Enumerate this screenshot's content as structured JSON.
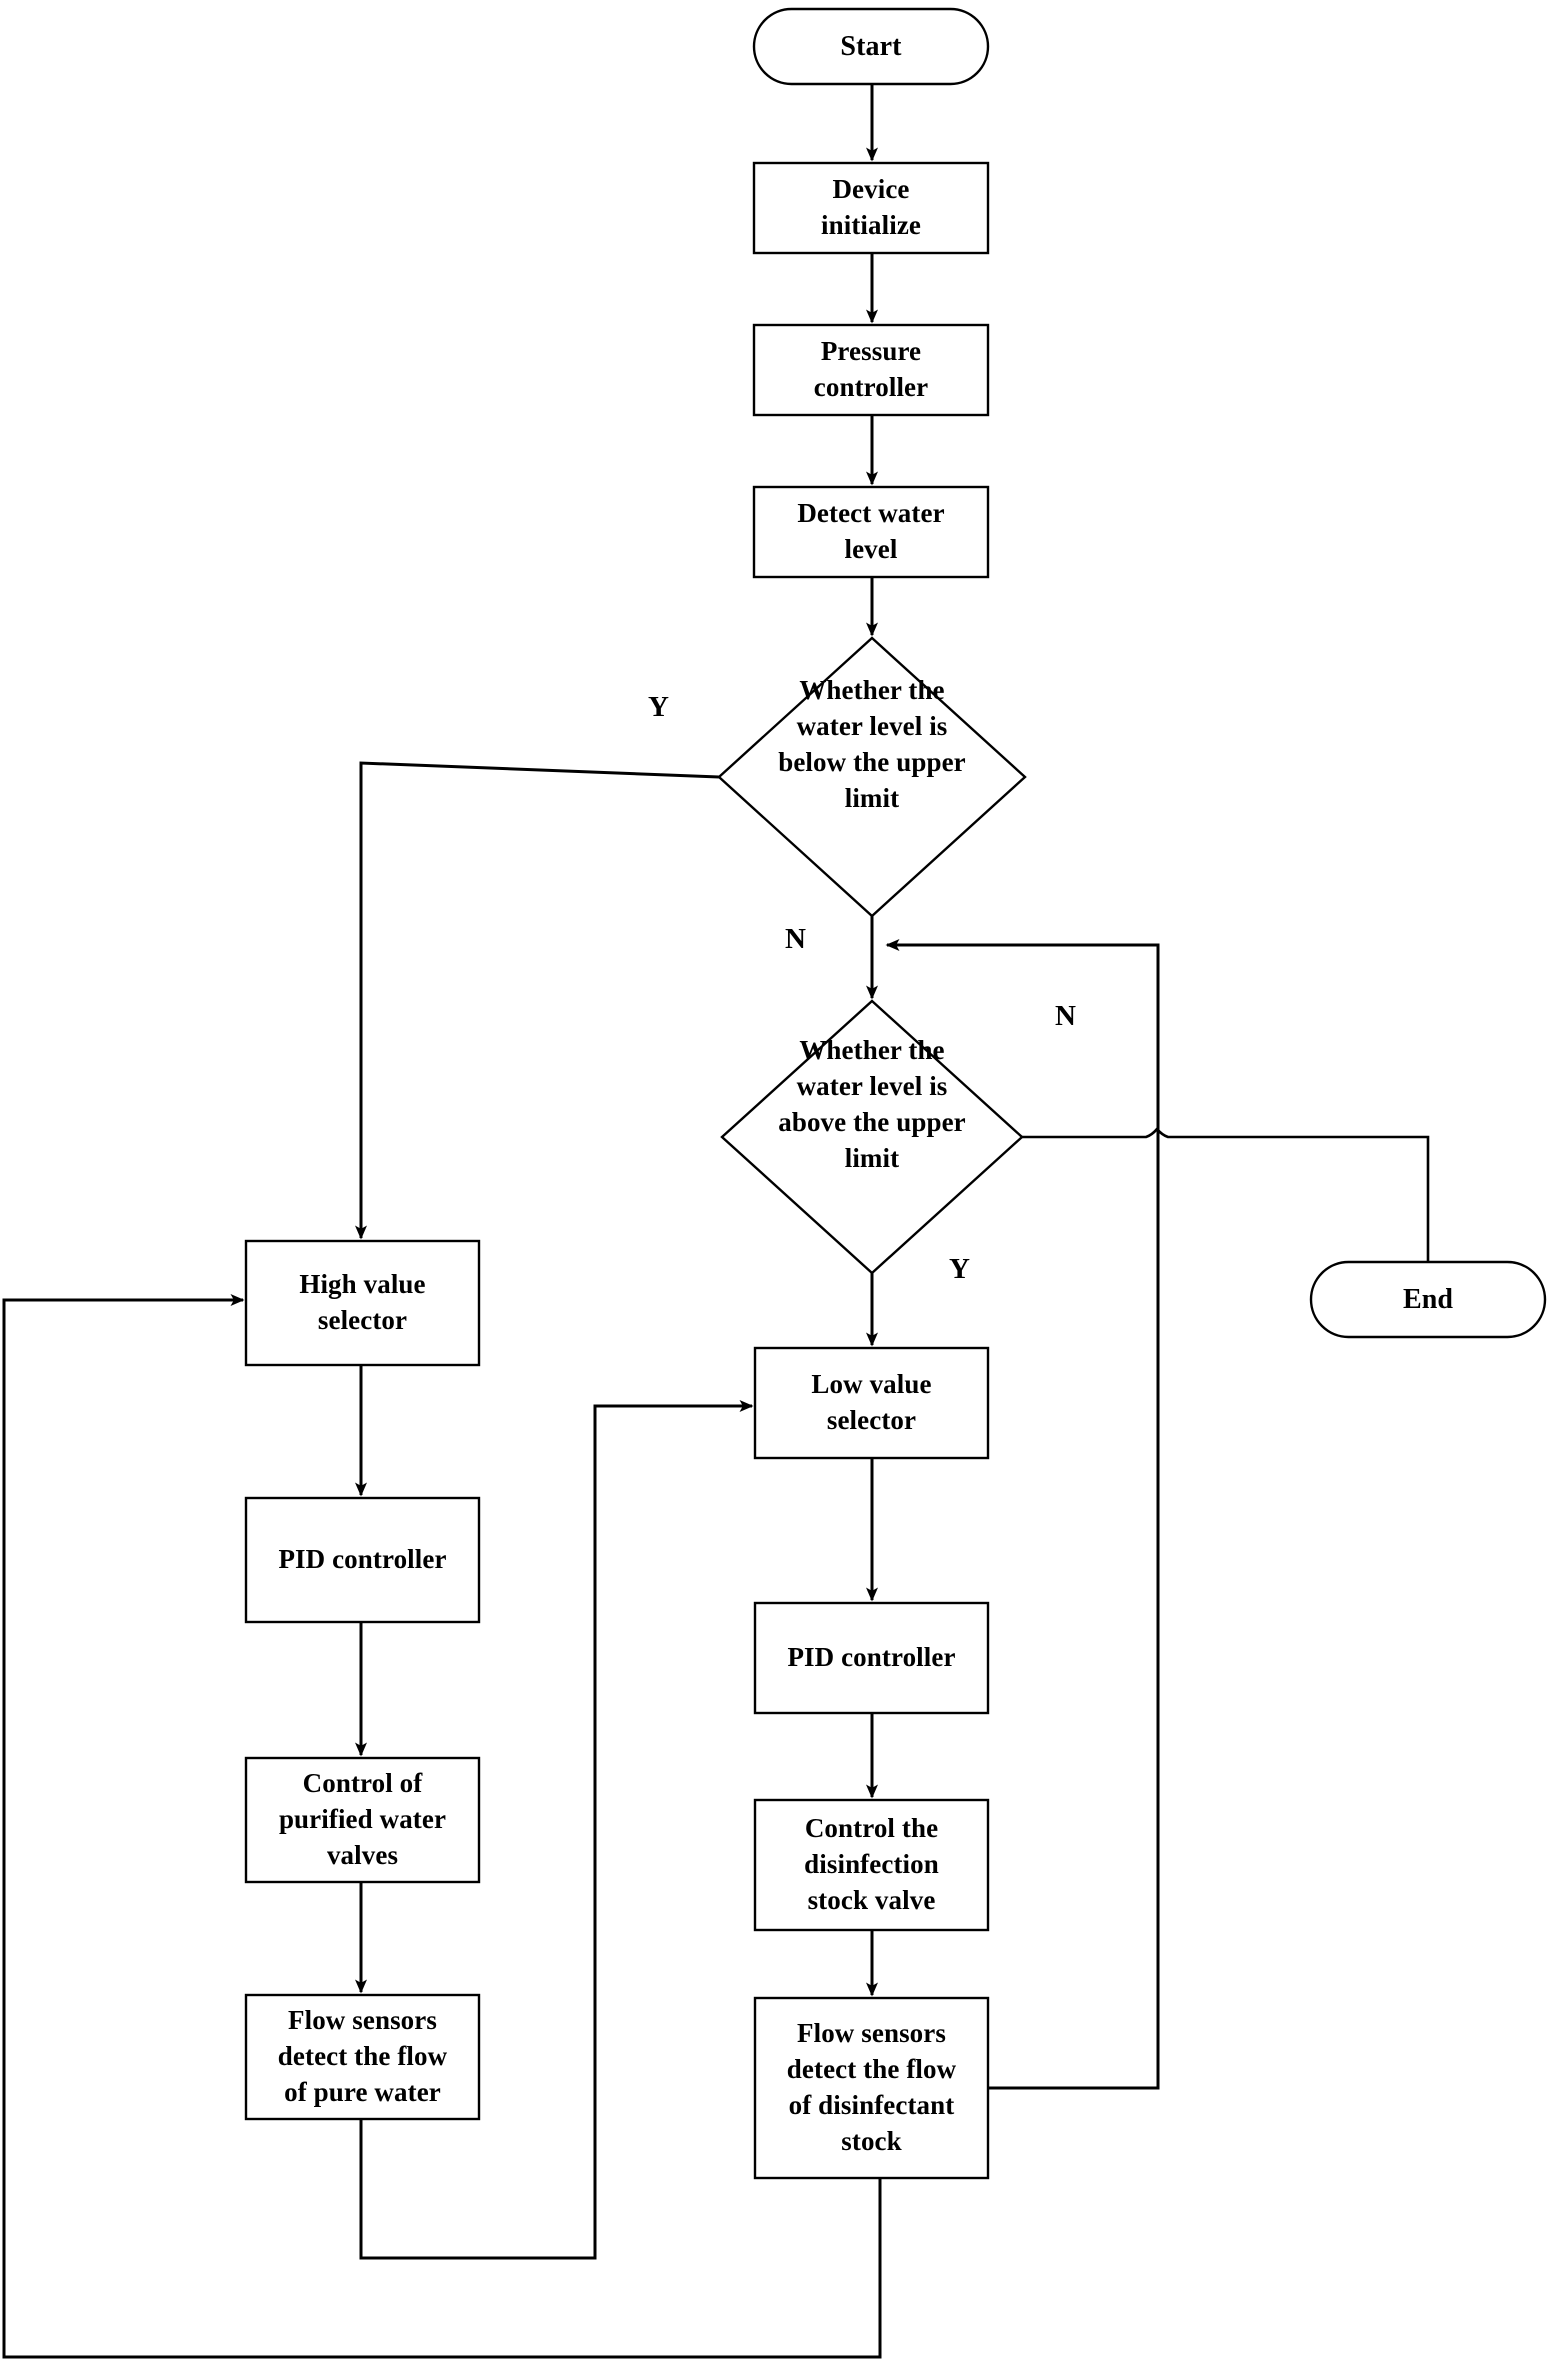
{
  "diagram": {
    "type": "flowchart",
    "title": "Water level and disinfection control flowchart",
    "orientation": "top-to-bottom",
    "stroke_color": "#000000",
    "fill_color": "#ffffff",
    "background_color": "#ffffff",
    "nodes": [
      {
        "id": "start",
        "shape": "terminator",
        "label": "Start"
      },
      {
        "id": "device_init",
        "shape": "process",
        "label": "Device\ninitialize"
      },
      {
        "id": "pressure",
        "shape": "process",
        "label": "Pressure\ncontroller"
      },
      {
        "id": "detect_level",
        "shape": "process",
        "label": "Detect water\nlevel"
      },
      {
        "id": "decision_below",
        "shape": "decision",
        "label": "Whether the\nwater level is\nbelow the upper\nlimit"
      },
      {
        "id": "decision_above",
        "shape": "decision",
        "label": "Whether the\nwater level is\nabove the upper\nlimit"
      },
      {
        "id": "high_selector",
        "shape": "process",
        "label": "High value\nselector"
      },
      {
        "id": "pid_left",
        "shape": "process",
        "label": "PID controller"
      },
      {
        "id": "control_pure",
        "shape": "process",
        "label": "Control of\npurified water\nvalves"
      },
      {
        "id": "flow_pure",
        "shape": "process",
        "label": "Flow sensors\ndetect the flow\nof pure water"
      },
      {
        "id": "low_selector",
        "shape": "process",
        "label": "Low value\nselector"
      },
      {
        "id": "pid_right",
        "shape": "process",
        "label": "PID controller"
      },
      {
        "id": "control_dis",
        "shape": "process",
        "label": "Control the\ndisinfection\nstock valve"
      },
      {
        "id": "flow_dis",
        "shape": "process",
        "label": "Flow sensors\ndetect the flow\nof disinfectant\nstock"
      },
      {
        "id": "end",
        "shape": "terminator",
        "label": "End"
      }
    ],
    "edge_labels": [
      {
        "id": "label_y_below",
        "text": "Y",
        "from": "decision_below",
        "to": "high_selector"
      },
      {
        "id": "label_n_below",
        "text": "N",
        "from": "decision_below",
        "to": "decision_above"
      },
      {
        "id": "label_y_above",
        "text": "Y",
        "from": "decision_above",
        "to": "low_selector"
      },
      {
        "id": "label_n_above",
        "text": "N",
        "from": "decision_above",
        "to": "end"
      }
    ],
    "edges": [
      {
        "from": "start",
        "to": "device_init"
      },
      {
        "from": "device_init",
        "to": "pressure"
      },
      {
        "from": "pressure",
        "to": "detect_level"
      },
      {
        "from": "detect_level",
        "to": "decision_below"
      },
      {
        "from": "decision_below",
        "to": "high_selector",
        "branch": "Y"
      },
      {
        "from": "decision_below",
        "to": "decision_above",
        "branch": "N"
      },
      {
        "from": "decision_above",
        "to": "low_selector",
        "branch": "Y"
      },
      {
        "from": "decision_above",
        "to": "end",
        "branch": "N"
      },
      {
        "from": "high_selector",
        "to": "pid_left"
      },
      {
        "from": "pid_left",
        "to": "control_pure"
      },
      {
        "from": "control_pure",
        "to": "flow_pure"
      },
      {
        "from": "low_selector",
        "to": "pid_right"
      },
      {
        "from": "pid_right",
        "to": "control_dis"
      },
      {
        "from": "control_dis",
        "to": "flow_dis"
      },
      {
        "from": "flow_pure",
        "to": "low_selector",
        "style": "feedback"
      },
      {
        "from": "flow_dis",
        "to": "high_selector",
        "style": "feedback"
      },
      {
        "from": "flow_dis",
        "to": "decision_above",
        "style": "feedback"
      }
    ]
  }
}
